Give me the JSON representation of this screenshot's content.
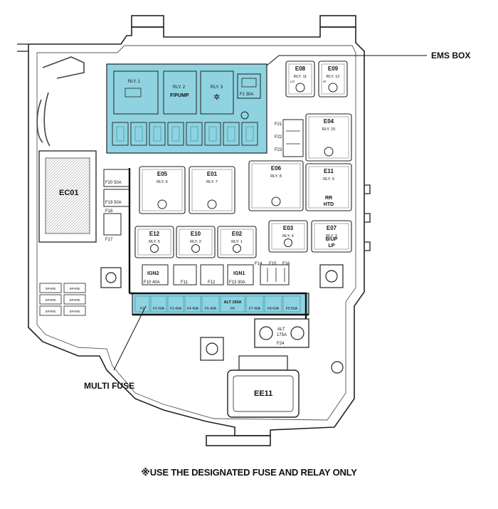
{
  "callouts": {
    "ems_box": "EMS BOX",
    "multi_fuse": "MULTI FUSE"
  },
  "note": "※USE THE DESIGNATED FUSE AND RELAY ONLY",
  "connectors": {
    "ec01": "EC01",
    "ee11": "EE11"
  },
  "relays": {
    "e08": {
      "conn": "E08",
      "relay": "RLY. 11",
      "sub": "LO"
    },
    "e09": {
      "conn": "E09",
      "relay": "RLY. 12",
      "sub": "HI"
    },
    "e04": {
      "conn": "E04",
      "relay": "RLY. 10"
    },
    "e05": {
      "conn": "E05",
      "relay": "RLY. 6"
    },
    "e01": {
      "conn": "E01",
      "relay": "RLY. 7"
    },
    "e06": {
      "conn": "E06",
      "relay": "RLY. 8"
    },
    "e11": {
      "conn": "E11",
      "relay": "RLY. 9",
      "line1": "RR",
      "line2": "HTD"
    },
    "e12": {
      "conn": "E12",
      "relay": "RLY. 5"
    },
    "e10": {
      "conn": "E10",
      "relay": "RLY. 2"
    },
    "e02": {
      "conn": "E02",
      "relay": "RLY. 1"
    },
    "e03": {
      "conn": "E03",
      "relay": "RLY. 4"
    },
    "e07": {
      "conn": "E07",
      "relay": "RLY. 3",
      "line1": "B/UP",
      "line2": "LP"
    }
  },
  "ems": {
    "rly1": "RLY. 1",
    "rly2": "RLY. 2",
    "rly2_sub": "F/PUMP",
    "rly3": "RLY. 3",
    "fuse_f1": "F1 30A"
  },
  "fuses": {
    "f20": "F20 50A",
    "f19": "F19 50A",
    "f18": "F18",
    "f17": "F17",
    "f10": "F10 40A",
    "f11": "F11",
    "f12": "F12",
    "f13": "F13 30A",
    "f14": "F14",
    "f15": "F15",
    "f16": "F16",
    "ign2": "IGN2",
    "ign1": "IGN1",
    "f21": "F21",
    "f22": "F22",
    "f23": "F23"
  },
  "multi": {
    "f1": "F1",
    "f2": "F2 60A",
    "f3": "F3 40A",
    "f4": "F4 40A",
    "f5": "F5 40A",
    "alt": "ALT 150A",
    "f6": "F6",
    "f7": "F7 40A",
    "f8": "F8 60A",
    "f9": "F9 50A"
  },
  "alt_fuse": {
    "line1": "ALT",
    "line2": "175A",
    "id": "F24"
  },
  "spare": "SPARE",
  "colors": {
    "highlight": "#8fd3e0",
    "highlight_dark": "#3f9fb6",
    "line": "#222222"
  }
}
